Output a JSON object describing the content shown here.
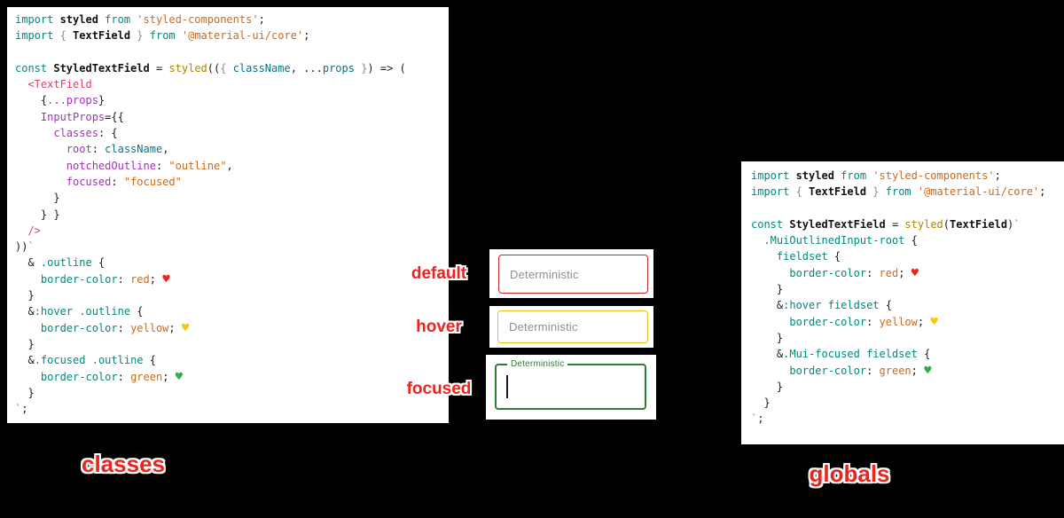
{
  "colors": {
    "background": "#000000",
    "card_bg": "#ffffff",
    "default_border": "#c62828",
    "hover_border": "#e5c21c",
    "focused_border": "#2e7d32",
    "label_red": "#e8251f"
  },
  "captions": {
    "left": "classes",
    "right": "globals"
  },
  "fields": {
    "default": {
      "state_label": "default",
      "text": "Deterministic"
    },
    "hover": {
      "state_label": "hover",
      "text": "Deterministic"
    },
    "focused": {
      "state_label": "focused",
      "notch_label": "Deterministic"
    }
  },
  "left_code": {
    "lines": [
      [
        [
          "k",
          "import "
        ],
        [
          "b",
          "styled "
        ],
        [
          "k",
          "from "
        ],
        [
          "s",
          "'styled-components'"
        ],
        [
          "p",
          ";"
        ]
      ],
      [
        [
          "k",
          "import "
        ],
        [
          "g",
          "{ "
        ],
        [
          "b",
          "TextField"
        ],
        [
          "g",
          " } "
        ],
        [
          "k",
          "from "
        ],
        [
          "s",
          "'@material-ui/core'"
        ],
        [
          "p",
          ";"
        ]
      ],
      [],
      [
        [
          "k",
          "const "
        ],
        [
          "b",
          "StyledTextField"
        ],
        [
          "p",
          " = "
        ],
        [
          "fn",
          "styled"
        ],
        [
          "p",
          "(("
        ],
        [
          "g",
          "{ "
        ],
        [
          "v",
          "className"
        ],
        [
          "p",
          ", ..."
        ],
        [
          "v",
          "props"
        ],
        [
          "g",
          " }"
        ],
        [
          "p",
          ") => ("
        ]
      ],
      [
        [
          "t",
          "  <TextField"
        ]
      ],
      [
        [
          "p",
          "    {"
        ],
        [
          "a",
          "...props"
        ],
        [
          "p",
          "}"
        ]
      ],
      [
        [
          "p",
          "    "
        ],
        [
          "a",
          "InputProps"
        ],
        [
          "p",
          "={{"
        ]
      ],
      [
        [
          "p",
          "      "
        ],
        [
          "a",
          "classes"
        ],
        [
          "p",
          ": {"
        ]
      ],
      [
        [
          "p",
          "        "
        ],
        [
          "a",
          "root"
        ],
        [
          "p",
          ": "
        ],
        [
          "v",
          "className"
        ],
        [
          "p",
          ","
        ]
      ],
      [
        [
          "p",
          "        "
        ],
        [
          "a",
          "notchedOutline"
        ],
        [
          "p",
          ": "
        ],
        [
          "s",
          "\"outline\""
        ],
        [
          "p",
          ","
        ]
      ],
      [
        [
          "p",
          "        "
        ],
        [
          "a",
          "focused"
        ],
        [
          "p",
          ": "
        ],
        [
          "s",
          "\"focused\""
        ]
      ],
      [
        [
          "p",
          "      }"
        ]
      ],
      [
        [
          "p",
          "    } }"
        ]
      ],
      [
        [
          "t",
          "  />"
        ]
      ],
      [
        [
          "p",
          "))"
        ],
        [
          "s",
          "`"
        ]
      ],
      [
        [
          "p",
          "  & "
        ],
        [
          "sel",
          ".outline"
        ],
        [
          "p",
          " {"
        ]
      ],
      [
        [
          "p",
          "    "
        ],
        [
          "cp",
          "border-color"
        ],
        [
          "p",
          ": "
        ],
        [
          "s",
          "red"
        ],
        [
          "p",
          "; "
        ],
        [
          "hr",
          "♥"
        ]
      ],
      [
        [
          "p",
          "  }"
        ]
      ],
      [
        [
          "p",
          "  &"
        ],
        [
          "sel",
          ":hover"
        ],
        [
          "p",
          " "
        ],
        [
          "sel",
          ".outline"
        ],
        [
          "p",
          " {"
        ]
      ],
      [
        [
          "p",
          "    "
        ],
        [
          "cp",
          "border-color"
        ],
        [
          "p",
          ": "
        ],
        [
          "s",
          "yellow"
        ],
        [
          "p",
          "; "
        ],
        [
          "hy",
          "♥"
        ]
      ],
      [
        [
          "p",
          "  }"
        ]
      ],
      [
        [
          "p",
          "  &"
        ],
        [
          "sel",
          ".focused"
        ],
        [
          "p",
          " "
        ],
        [
          "sel",
          ".outline"
        ],
        [
          "p",
          " {"
        ]
      ],
      [
        [
          "p",
          "    "
        ],
        [
          "cp",
          "border-color"
        ],
        [
          "p",
          ": "
        ],
        [
          "s",
          "green"
        ],
        [
          "p",
          "; "
        ],
        [
          "hg",
          "♥"
        ]
      ],
      [
        [
          "p",
          "  }"
        ]
      ],
      [
        [
          "s",
          "`"
        ],
        [
          "p",
          ";"
        ]
      ]
    ]
  },
  "right_code": {
    "lines": [
      [
        [
          "k",
          "import "
        ],
        [
          "b",
          "styled "
        ],
        [
          "k",
          "from "
        ],
        [
          "s",
          "'styled-components'"
        ],
        [
          "p",
          ";"
        ]
      ],
      [
        [
          "k",
          "import "
        ],
        [
          "g",
          "{ "
        ],
        [
          "b",
          "TextField"
        ],
        [
          "g",
          " } "
        ],
        [
          "k",
          "from "
        ],
        [
          "s",
          "'@material-ui/core'"
        ],
        [
          "p",
          ";"
        ]
      ],
      [],
      [
        [
          "k",
          "const "
        ],
        [
          "b",
          "StyledTextField"
        ],
        [
          "p",
          " = "
        ],
        [
          "fn",
          "styled"
        ],
        [
          "p",
          "("
        ],
        [
          "b",
          "TextField"
        ],
        [
          "p",
          ")"
        ],
        [
          "s",
          "`"
        ]
      ],
      [
        [
          "p",
          "  "
        ],
        [
          "sel",
          ".MuiOutlinedInput-root"
        ],
        [
          "p",
          " {"
        ]
      ],
      [
        [
          "p",
          "    "
        ],
        [
          "sel",
          "fieldset"
        ],
        [
          "p",
          " {"
        ]
      ],
      [
        [
          "p",
          "      "
        ],
        [
          "cp",
          "border-color"
        ],
        [
          "p",
          ": "
        ],
        [
          "s",
          "red"
        ],
        [
          "p",
          "; "
        ],
        [
          "hr",
          "♥"
        ]
      ],
      [
        [
          "p",
          "    }"
        ]
      ],
      [
        [
          "p",
          "    &"
        ],
        [
          "sel",
          ":hover"
        ],
        [
          "p",
          " "
        ],
        [
          "sel",
          "fieldset"
        ],
        [
          "p",
          " {"
        ]
      ],
      [
        [
          "p",
          "      "
        ],
        [
          "cp",
          "border-color"
        ],
        [
          "p",
          ": "
        ],
        [
          "s",
          "yellow"
        ],
        [
          "p",
          "; "
        ],
        [
          "hy",
          "♥"
        ]
      ],
      [
        [
          "p",
          "    }"
        ]
      ],
      [
        [
          "p",
          "    &"
        ],
        [
          "sel",
          ".Mui-focused"
        ],
        [
          "p",
          " "
        ],
        [
          "sel",
          "fieldset"
        ],
        [
          "p",
          " {"
        ]
      ],
      [
        [
          "p",
          "      "
        ],
        [
          "cp",
          "border-color"
        ],
        [
          "p",
          ": "
        ],
        [
          "s",
          "green"
        ],
        [
          "p",
          "; "
        ],
        [
          "hg",
          "♥"
        ]
      ],
      [
        [
          "p",
          "    }"
        ]
      ],
      [
        [
          "p",
          "  }"
        ]
      ],
      [
        [
          "s",
          "`"
        ],
        [
          "p",
          ";"
        ]
      ]
    ]
  }
}
